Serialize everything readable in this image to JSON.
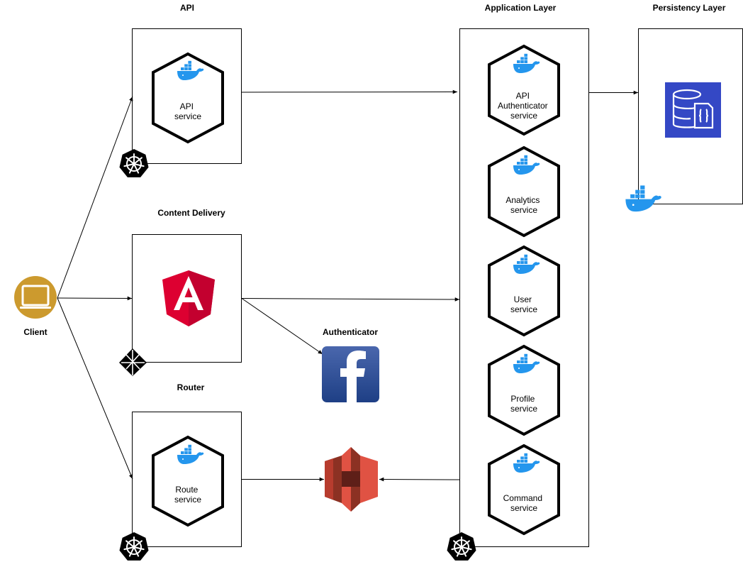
{
  "groups": {
    "api": "API",
    "content_delivery": "Content Delivery",
    "router": "Router",
    "application_layer": "Application Layer",
    "persistency_layer": "Persistency Layer"
  },
  "nodes": {
    "client": "Client",
    "authenticator": "Authenticator",
    "api_service": [
      "API",
      "service"
    ],
    "route_service": [
      "Route",
      "service"
    ],
    "api_authenticator_service": [
      "API",
      "Authenticator",
      "service"
    ],
    "analytics_service": [
      "Analytics",
      "service"
    ],
    "user_service": [
      "User",
      "service"
    ],
    "profile_service": [
      "Profile",
      "service"
    ],
    "command_service": [
      "Command",
      "service"
    ]
  },
  "icons": {
    "client": "desktop-icon",
    "service": "docker-icon",
    "orchestration": "kubernetes-icon",
    "content_delivery": "angular-icon",
    "hosting": "netlify-icon",
    "authenticator": "facebook-icon",
    "storage": "aws-s3-icon",
    "database": "aws-document-db-icon"
  },
  "colors": {
    "client": "#CC9A2E",
    "docker": "#2496ED",
    "angular": "#DD0031",
    "facebook": "#3B5998",
    "s3": "#E05243",
    "documentdb": "#3448C5"
  }
}
